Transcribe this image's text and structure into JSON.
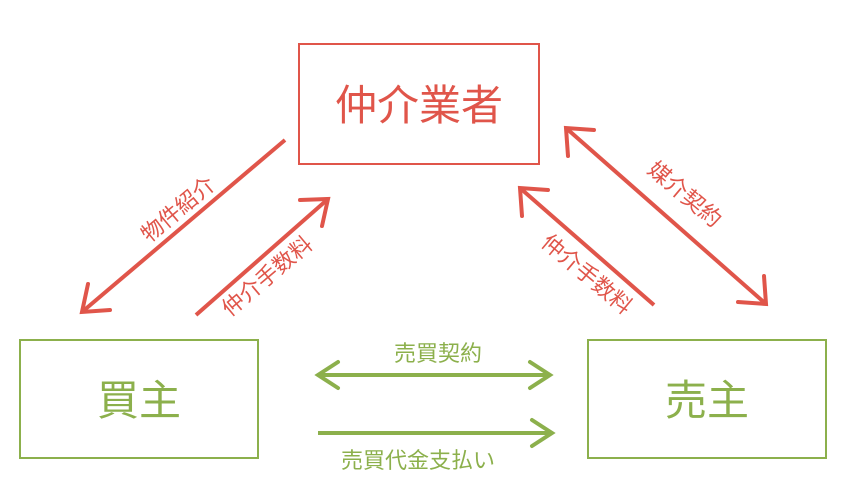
{
  "colors": {
    "agent": "#e0554a",
    "parties": "#8cb04c"
  },
  "nodes": {
    "agent": "仲介業者",
    "buyer": "買主",
    "seller": "売主"
  },
  "edges": {
    "property_introduction": "物件紹介",
    "buyer_commission": "仲介手数料",
    "brokerage_contract": "媒介契約",
    "seller_commission": "仲介手数料",
    "sales_contract": "売買契約",
    "purchase_payment": "売買代金支払い"
  }
}
